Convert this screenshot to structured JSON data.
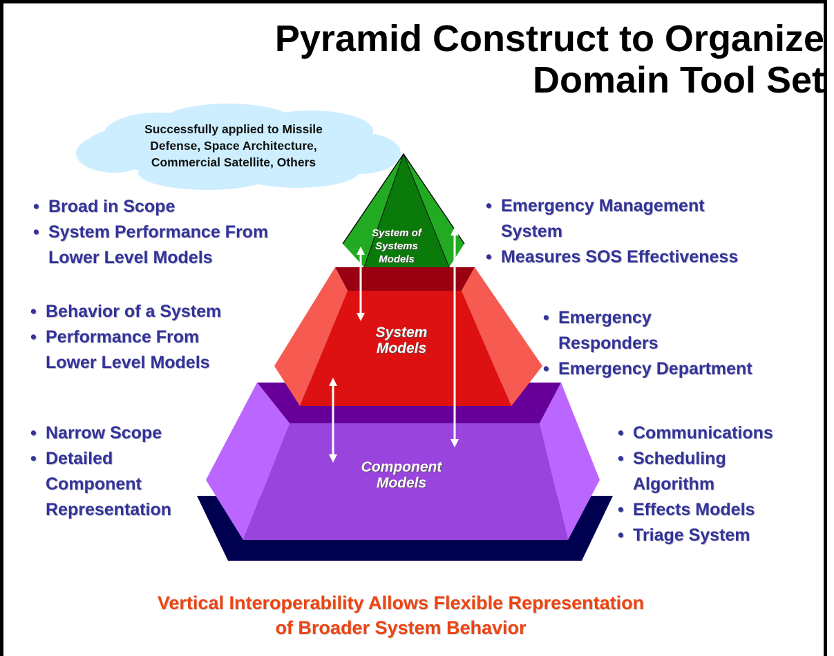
{
  "title": {
    "line1": "Pyramid Construct to Organize",
    "line2": "Domain Tool Set"
  },
  "cloud": {
    "lines": [
      "Successfully applied to Missile",
      "Defense, Space Architecture,",
      "Commercial Satellite, Others"
    ]
  },
  "levels": {
    "top": {
      "label_lines": [
        "System of",
        "Systems",
        "Models"
      ],
      "left_bullets": [
        "Broad in Scope",
        "System Performance From\nLower Level Models"
      ],
      "right_bullets": [
        "Emergency Management\nSystem",
        "Measures SOS Effectiveness"
      ]
    },
    "middle": {
      "label_lines": [
        "System",
        "Models"
      ],
      "left_bullets": [
        "Behavior of a System",
        "Performance From\nLower Level Models"
      ],
      "right_bullets": [
        "Emergency\nResponders",
        "Emergency Department"
      ]
    },
    "bottom": {
      "label_lines": [
        "Component",
        "Models"
      ],
      "left_bullets": [
        "Narrow Scope",
        "Detailed\nComponent\nRepresentation"
      ],
      "right_bullets": [
        "Communications",
        "Scheduling\nAlgorithm",
        "Effects Models",
        "Triage System"
      ]
    }
  },
  "footer": {
    "line1": "Vertical Interoperability Allows Flexible Representation",
    "line2": "of Broader System Behavior"
  },
  "colors": {
    "bullet_text": "#333399",
    "footer_text": "#ee4411",
    "cloud_fill": "#cceeff",
    "top_tier": "#1a9a1a",
    "middle_tier": "#dd1111",
    "bottom_tier": "#9944dd",
    "base": "#000050"
  }
}
